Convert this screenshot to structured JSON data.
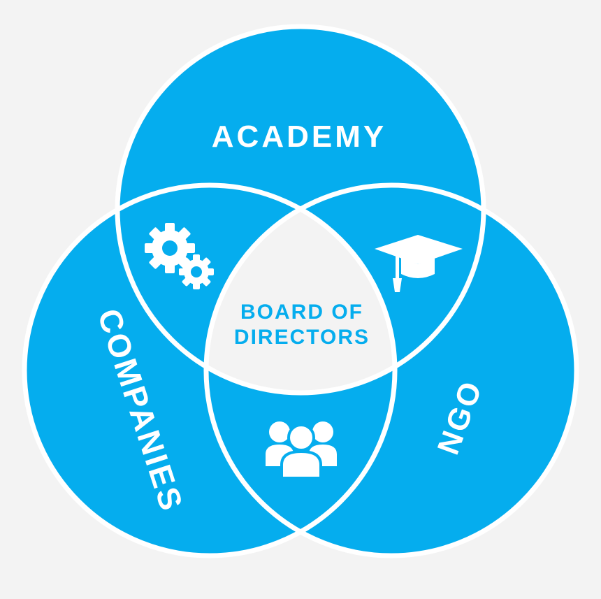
{
  "diagram": {
    "top_circle_label": "ACADEMY",
    "left_circle_label": "COMPANIES",
    "right_circle_label": "NGO",
    "center_label_line1": "BOARD OF",
    "center_label_line2": "DIRECTORS"
  },
  "icons": {
    "top_left_overlap": "gears-icon",
    "top_right_overlap": "graduation-cap-icon",
    "bottom_overlap": "people-group-icon"
  },
  "colors": {
    "background": "#f3f3f3",
    "circle_fill": "#05adee",
    "outline": "#ffffff",
    "center_fill": "#f3f3f3",
    "center_text": "#05adee"
  }
}
